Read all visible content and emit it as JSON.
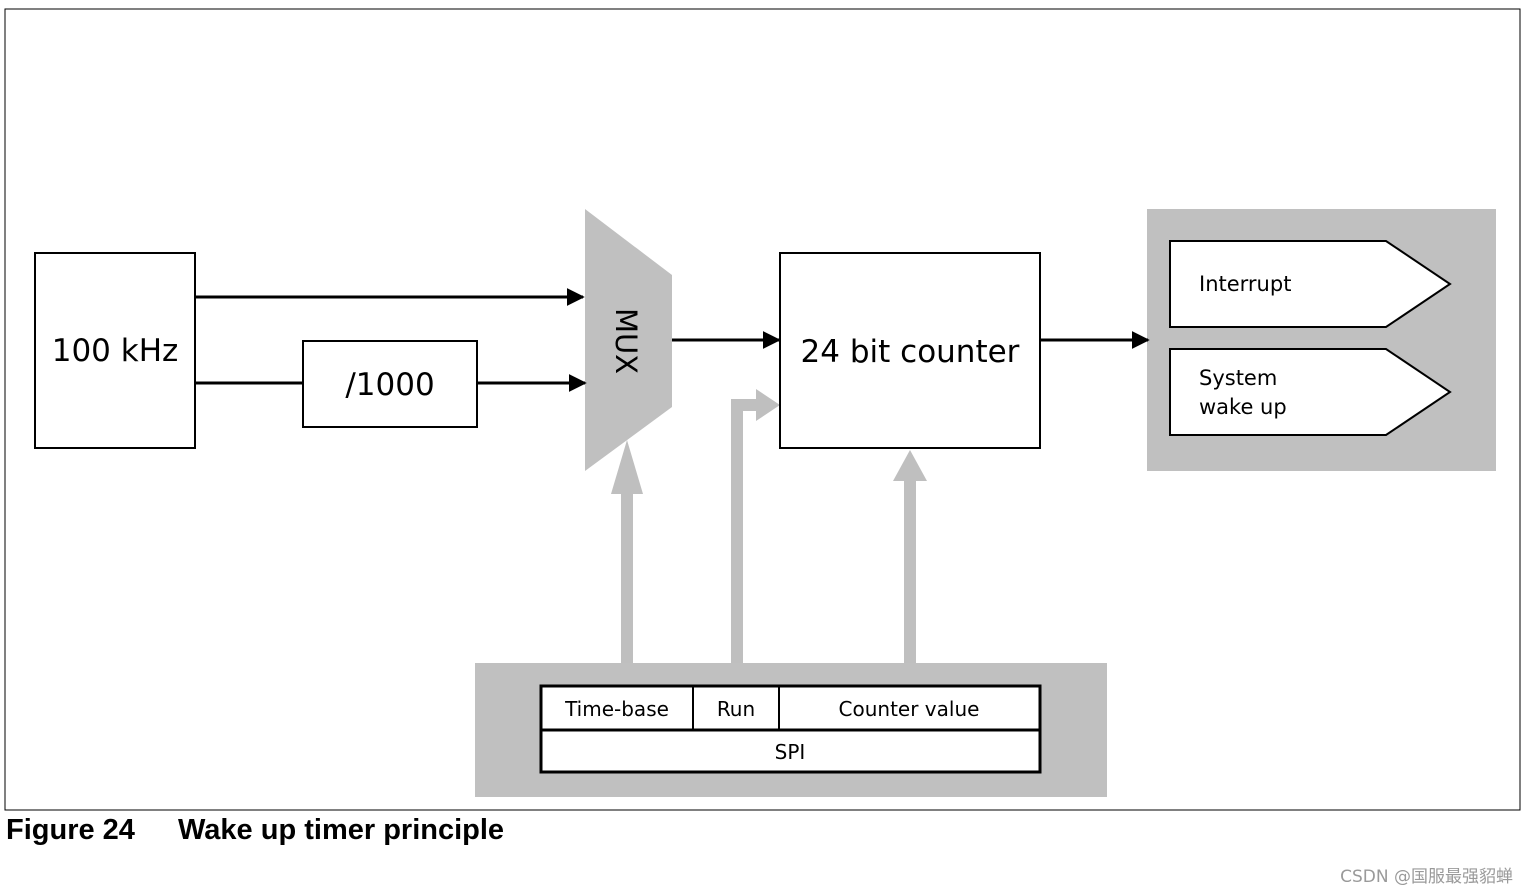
{
  "blocks": {
    "oscillator": "100 kHz",
    "divider": "/1000",
    "mux": "MUX",
    "counter": "24 bit counter"
  },
  "outputs": {
    "interrupt": "Interrupt",
    "system_wake_up_line1": "System",
    "system_wake_up_line2": "wake up"
  },
  "spi": {
    "fields": {
      "time_base": "Time-base",
      "run": "Run",
      "counter_value": "Counter value"
    },
    "label": "SPI"
  },
  "caption": {
    "number": "Figure 24",
    "title": "Wake up timer principle"
  },
  "watermark": "CSDN @国服最强貂蝉",
  "colors": {
    "line": "#000000",
    "gray_fill": "#c0c0c0",
    "gray_arrow": "#bfbfbf",
    "background": "#ffffff"
  }
}
